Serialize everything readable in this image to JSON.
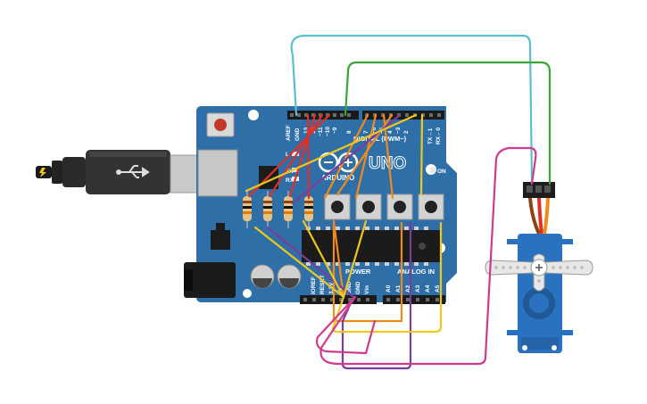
{
  "board": {
    "digital_label": "DIGITAL (PWM~)",
    "arduino_label": "ARDUINO",
    "uno_label": "UNO",
    "power_label": "POWER",
    "analog_label": "ANALOG IN",
    "on_label": "ON",
    "led_l": "L",
    "led_tx": "TX",
    "led_rx": "RX",
    "aref": "AREF",
    "gnd_top": "GND",
    "pin13": "13",
    "pin12": "12",
    "pin11": "~11",
    "pin10": "~10",
    "pin9": "~9",
    "pin8": "8",
    "pin7": "7",
    "pin6": "~6",
    "pin5": "~5",
    "pin4": "4",
    "pin3": "~3",
    "pin2": "2",
    "pin1": "TX→1",
    "pin0": "RX←0",
    "ioref": "IOREF",
    "reset": "RESET",
    "v33": "3.3V",
    "v5": "5V",
    "gnd1": "GND",
    "gnd2": "GND",
    "vin": "Vin",
    "a0": "A0",
    "a1": "A1",
    "a2": "A2",
    "a3": "A3",
    "a4": "A4",
    "a5": "A5"
  },
  "colors": {
    "board": "#2e6fa8",
    "wire_cyan": "#5bbfcc",
    "wire_green": "#3aa53a",
    "wire_red": "#e0302a",
    "wire_orange": "#f08a1c",
    "wire_purple": "#7a3d9a",
    "wire_yellow": "#f0c81c",
    "wire_magenta": "#d03a8c",
    "servo_body": "#2a72c0"
  }
}
